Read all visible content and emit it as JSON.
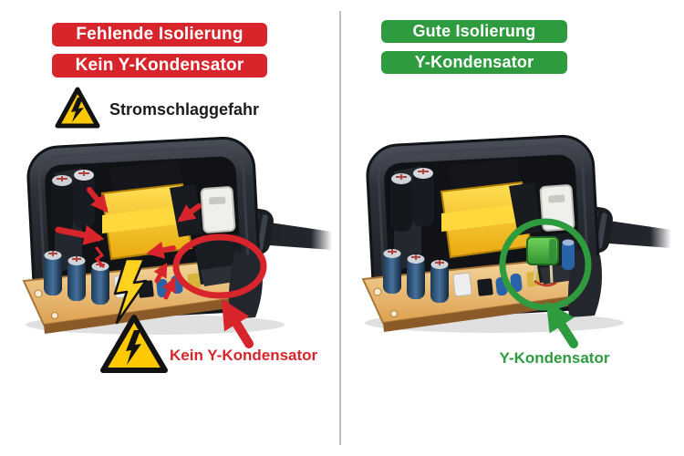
{
  "left_panel": {
    "banners": [
      {
        "label": "Fehlende Isolierung",
        "color": "#d8242b"
      },
      {
        "label": "Kein Y-Kondensator",
        "color": "#d8242b"
      }
    ],
    "hazard": {
      "icon": "warning-triangle-lightning-icon",
      "label": "Stromschlaggefahr"
    },
    "illustration": "open-power-adapter-missing-y-capacitor",
    "highlight": {
      "shape": "red-ellipse",
      "meaning": "empty spot where Y-capacitor is missing"
    },
    "caption": {
      "label": "Kein Y-Kondensator",
      "color": "#d8242b"
    }
  },
  "right_panel": {
    "banners": [
      {
        "label": "Gute Isolierung",
        "color": "#2e9b3f"
      },
      {
        "label": "Y-Kondensator",
        "color": "#2e9b3f"
      }
    ],
    "illustration": "open-power-adapter-with-y-capacitor",
    "highlight": {
      "shape": "green-circle",
      "meaning": "installed green Y-capacitor"
    },
    "caption": {
      "label": "Y-Kondensator",
      "color": "#2e9b3f"
    }
  },
  "colors": {
    "danger_red": "#d8242b",
    "safe_green": "#2e9b3f",
    "warning_yellow": "#ffc900",
    "case_dark": "#23262c",
    "pcb_tan": "#e2a85c",
    "transformer_yellow": "#f2c01a",
    "capacitor_navy": "#2a4a6b",
    "divider_gray": "#bdbdbd",
    "background": "#ffffff"
  }
}
